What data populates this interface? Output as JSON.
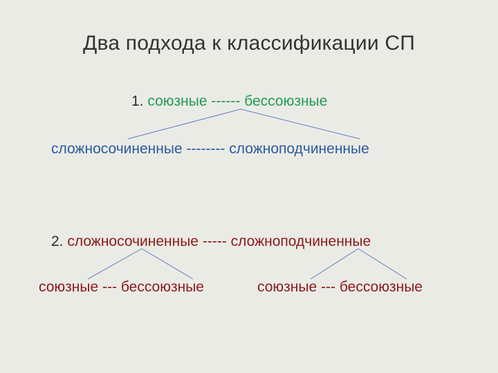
{
  "title": "Два подхода к классификации СП",
  "row1": {
    "number": "1.",
    "left": "союзные",
    "dash": "------",
    "right": "бессоюзные"
  },
  "row2": {
    "left": "сложносочиненные",
    "dash": "--------",
    "right": "сложноподчиненные"
  },
  "row3": {
    "number": "2.",
    "left": "сложносочиненные",
    "dash": "-----",
    "right": "сложноподчиненные"
  },
  "row4": {
    "group1": {
      "left": "союзные",
      "dash": "---",
      "right": "бессоюзные"
    },
    "group2": {
      "left": "союзные",
      "dash": "---",
      "right": "бессоюзные"
    }
  },
  "colors": {
    "green": "#1f9b54",
    "blue": "#2c5aa0",
    "red": "#8b1a1a",
    "connector": "#5b7fbf",
    "background": "#ebebe6"
  }
}
